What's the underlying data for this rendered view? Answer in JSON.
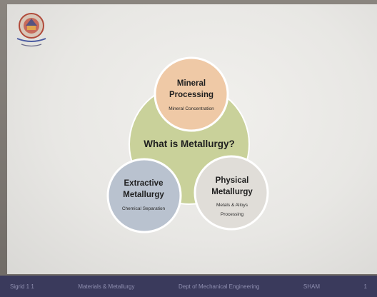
{
  "slide": {
    "center_title": "What is Metallurgy?",
    "circles": [
      {
        "id": "mineral",
        "title_lines": [
          "Mineral",
          "Processing"
        ],
        "sub_lines": [
          "Mineral Concentration"
        ],
        "color": "#efc9a6"
      },
      {
        "id": "extractive",
        "title_lines": [
          "Extractive",
          "Metallurgy"
        ],
        "sub_lines": [
          "Chemical Separation"
        ],
        "color": "#b9c2cf"
      },
      {
        "id": "physical",
        "title_lines": [
          "Physical",
          "Metallurgy"
        ],
        "sub_lines": [
          "Metals & Alloys",
          "Processing"
        ],
        "color": "#e0ddd8"
      }
    ],
    "center_color": "#c9d19a"
  },
  "footer": {
    "left": "Sigrid 1 1",
    "course": "Materials & Metallurgy",
    "dept": "Dept of Mechanical Engineering",
    "author": "SHAM",
    "page": "1"
  }
}
